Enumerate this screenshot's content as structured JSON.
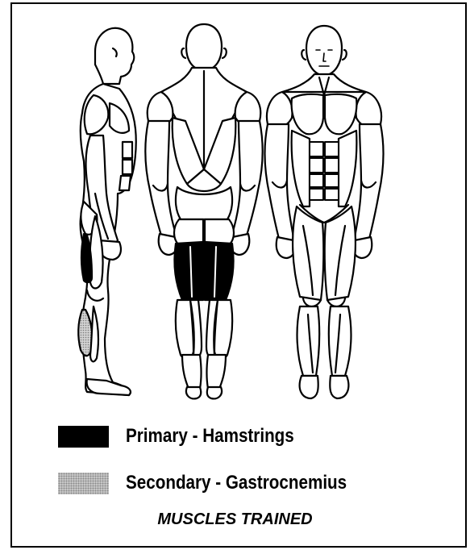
{
  "diagram": {
    "views": [
      "side-view",
      "back-view",
      "front-view"
    ],
    "colors": {
      "primary": "#000000",
      "secondary": "#c9c9c9",
      "outline": "#000000",
      "background": "#ffffff"
    }
  },
  "legend": {
    "primary": {
      "label": "Primary - Hamstrings"
    },
    "secondary": {
      "label": "Secondary - Gastrocnemius"
    }
  },
  "caption": "MUSCLES TRAINED"
}
